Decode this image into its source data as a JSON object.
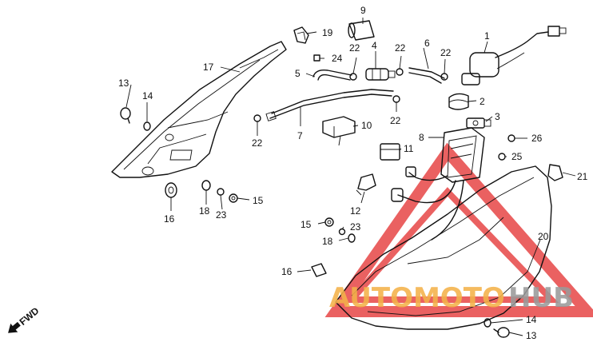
{
  "labels": {
    "p1": "1",
    "p2": "2",
    "p3": "3",
    "p4": "4",
    "p5": "5",
    "p6": "6",
    "p7": "7",
    "p8": "8",
    "p9": "9",
    "p10": "10",
    "p11": "11",
    "p12": "12",
    "p13a": "13",
    "p13b": "13",
    "p14a": "14",
    "p14b": "14",
    "p15a": "15",
    "p15b": "15",
    "p16a": "16",
    "p16b": "16",
    "p17": "17",
    "p18a": "18",
    "p18b": "18",
    "p19": "19",
    "p20": "20",
    "p22a": "22",
    "p22b": "22",
    "p22c": "22",
    "p22d": "22",
    "p22e": "22",
    "p23a": "23",
    "p23b": "23",
    "p24": "24",
    "p25": "25",
    "p26": "26"
  },
  "fwd": "FWD",
  "watermark": {
    "part1": "AUTOMOTO",
    "part2": "HUB"
  },
  "colors": {
    "line": "#111111",
    "watermark_red": "#e53a3a",
    "watermark_orange": "#f4b24a",
    "watermark_grey": "#9a9a9a"
  }
}
